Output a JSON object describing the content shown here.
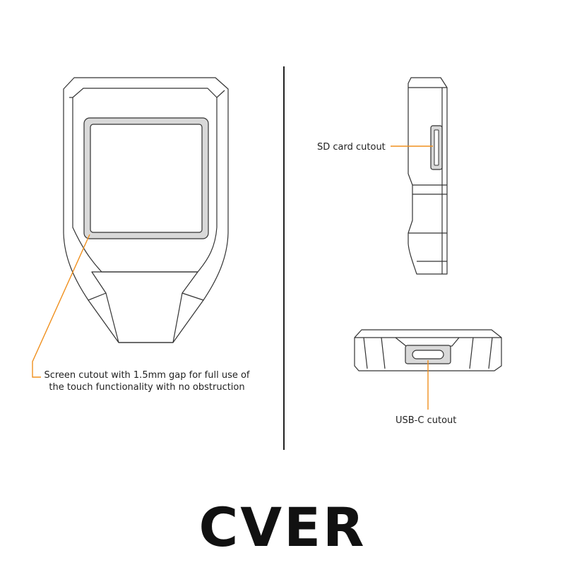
{
  "callouts": {
    "screen": "Screen cutout with 1.5mm gap for full use of the touch functionality with no obstruction",
    "sd_card": "SD card cutout",
    "usb_c": "USB-C cutout"
  },
  "brand": {
    "logo_text": "CVER"
  },
  "colors": {
    "outline": "#333333",
    "accent": "#f0901e",
    "highlight_fill": "#d9d9d9",
    "background": "#ffffff"
  }
}
